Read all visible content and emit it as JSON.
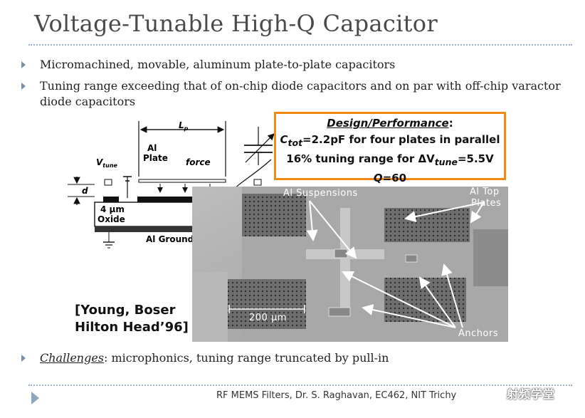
{
  "title": "Voltage-Tunable High-Q Capacitor",
  "bullets": {
    "b1": "Micromachined, movable, aluminum plate-to-plate capacitors",
    "b2": "Tuning range exceeding that of on-chip diode capacitors and on par with off-chip varactor diode capacitors",
    "b3_em": "Challenges",
    "b3_rest": ": microphonics, tuning range truncated by pull-in"
  },
  "design_box": {
    "heading": "Design/Performance",
    "heading_suffix": ":",
    "line1_var": "C",
    "line1_sub": "tot",
    "line1_rest": "=2.2pF for four plates in parallel",
    "line2_pre": "16% tuning range for ΔV",
    "line2_sub": "tune",
    "line2_rest": "=5.5V",
    "line3_var": "Q",
    "line3_rest": "=60"
  },
  "schematic": {
    "lp_label": "L",
    "lp_sub": "p",
    "vtune_label": "V",
    "vtune_sub": "tune",
    "al_plate_1": "Al",
    "al_plate_2": "Plate",
    "force_label": "force",
    "d_label": "d",
    "oxide_1": "4 μm",
    "oxide_2": "Oxide",
    "al_label": "Al",
    "ground_plane": "Al Ground Plane"
  },
  "photo_labels": {
    "suspensions": "Al Suspensions",
    "top_plates_1": "Al Top",
    "top_plates_2": "Plates",
    "scale": "200 μm",
    "anchors": "Anchors"
  },
  "reference": {
    "line1": "[Young, Boser",
    "line2": "Hilton Head’96]"
  },
  "footer": "RF MEMS Filters, Dr. S. Raghavan, EC462, NIT Trichy",
  "watermark": "射频学堂",
  "colors": {
    "accent_box": "#f08a12",
    "title": "#4a4a4a",
    "rule": "#9aaec6"
  }
}
